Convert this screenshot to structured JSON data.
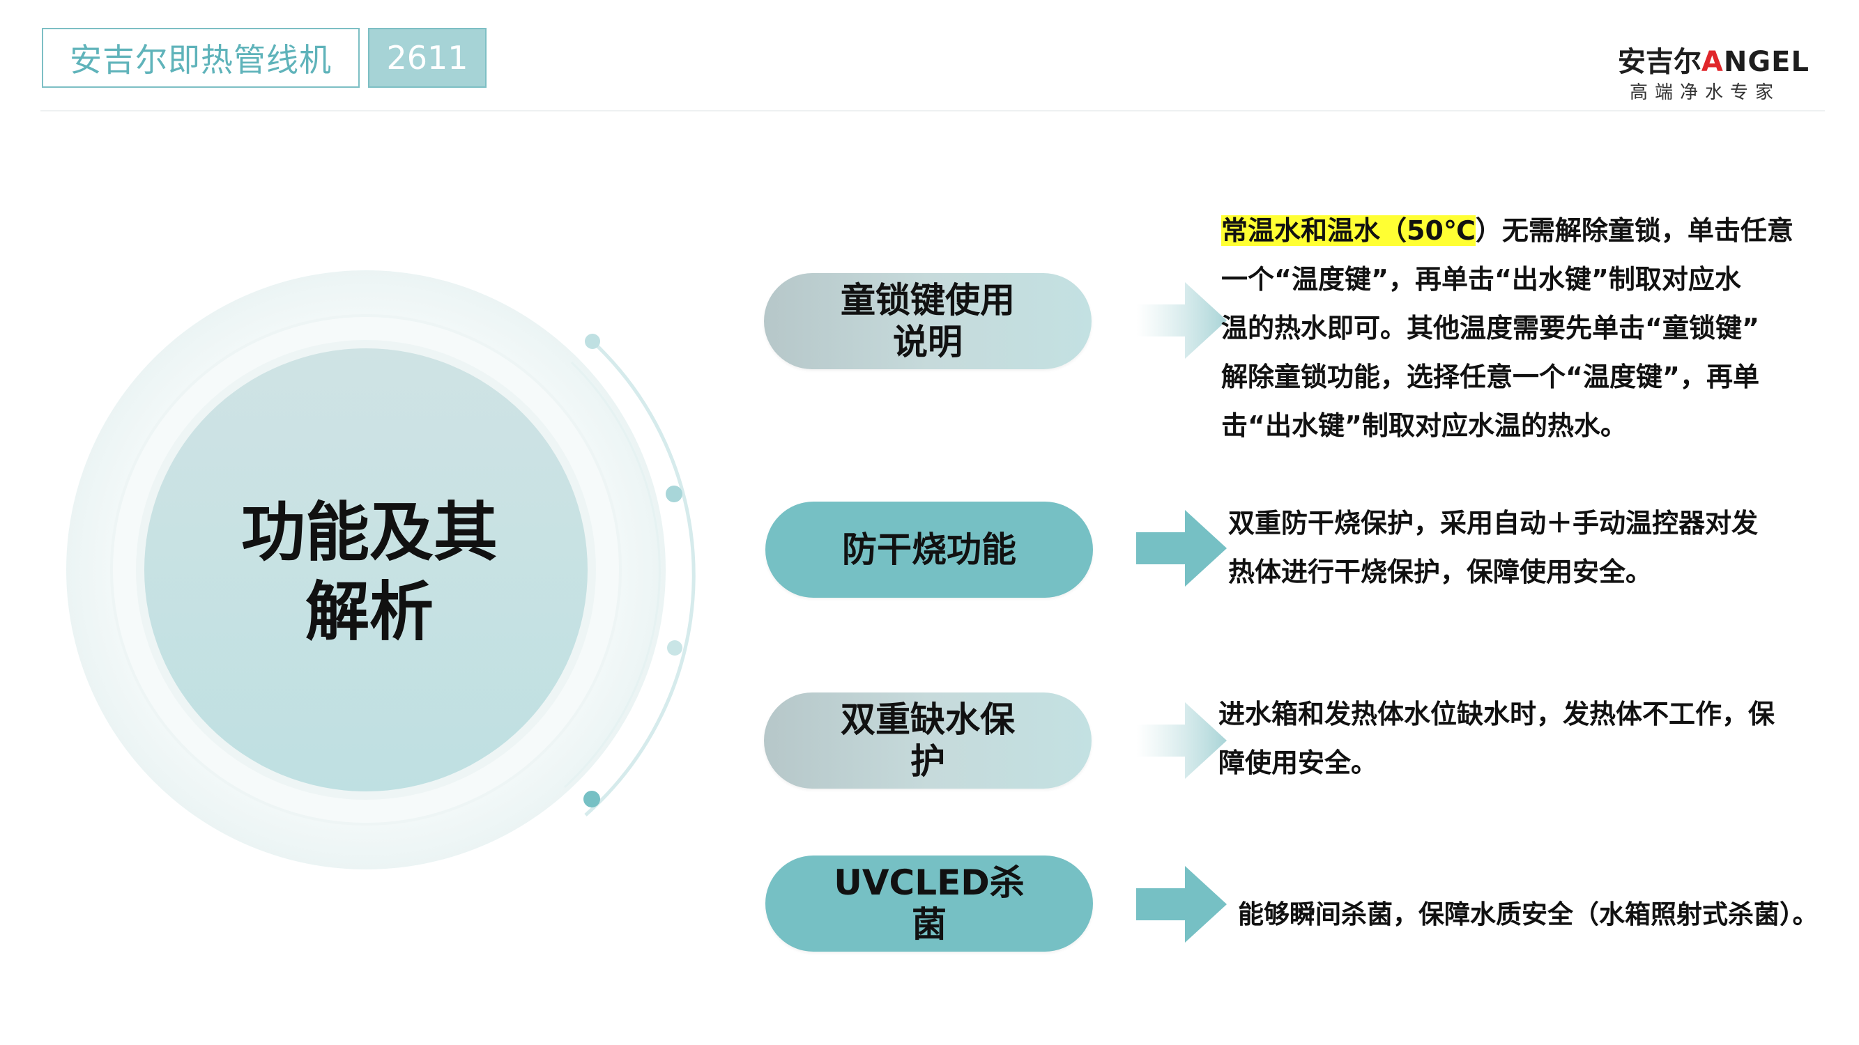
{
  "header": {
    "title": "安吉尔即热管线机",
    "code": "2611"
  },
  "logo": {
    "cn": "安吉尔",
    "en_first": "A",
    "en_rest": "NGEL",
    "tagline": "高端净水专家"
  },
  "main": {
    "title_line1": "功能及其",
    "title_line2": "解析"
  },
  "features": [
    {
      "name_line1": "童锁键使用",
      "name_line2": "说明",
      "desc_highlight": "常温水和温水（50℃",
      "desc_line1_rest": "）无需解除童锁，单击任意",
      "desc_line2": "一个“温度键”，再单击“出水键”制取对应水",
      "desc_line3": "温的热水即可。其他温度需要先单击“童锁键”",
      "desc_line4": "解除童锁功能，选择任意一个“温度键”，再单",
      "desc_line5": "击“出水键”制取对应水温的热水。"
    },
    {
      "name_line1": "防干烧功能",
      "desc_line1": "双重防干烧保护，采用自动＋手动温控器对发",
      "desc_line2": "热体进行干烧保护，保障使用安全。"
    },
    {
      "name_line1": "双重缺水保",
      "name_line2": "护",
      "desc_line1": "进水箱和发热体水位缺水时，发热体不工作，保",
      "desc_line2": "障使用安全。"
    },
    {
      "name_line1": "UVCLED杀",
      "name_line2": "菌",
      "desc_line1": "能够瞬间杀菌，保障水质安全（水箱照射式杀菌）。"
    }
  ],
  "colors": {
    "teal": "#76c0c4",
    "teal_light": "#c3e1e2",
    "grey_teal": "#b6c7c9",
    "highlight": "#ffff33",
    "logo_red": "#e0262b"
  }
}
